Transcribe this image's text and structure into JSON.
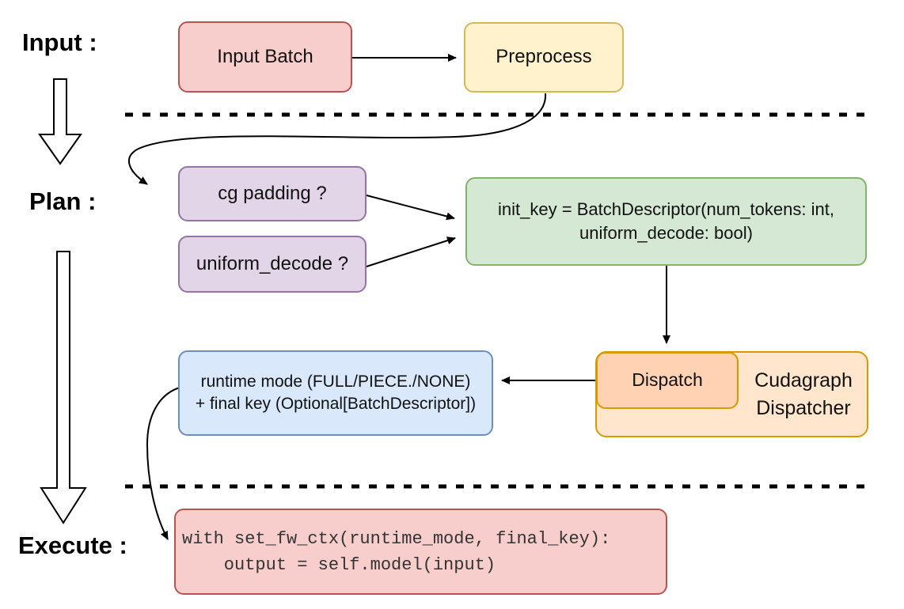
{
  "diagram": {
    "stages": {
      "input": "Input :",
      "plan": "Plan :",
      "execute": "Execute :"
    },
    "nodes": {
      "input_batch": {
        "label": "Input Batch"
      },
      "preprocess": {
        "label": "Preprocess"
      },
      "cg_padding": {
        "label": "cg padding ?"
      },
      "uniform_decode": {
        "label": "uniform_decode ?"
      },
      "init_key": {
        "label": "init_key = BatchDescriptor(num_tokens: int,\nuniform_decode: bool)"
      },
      "dispatch": {
        "label": "Dispatch"
      },
      "cudagraph_dispatcher": {
        "label": "Cudagraph\nDispatcher"
      },
      "runtime_mode": {
        "label": "runtime mode (FULL/PIECE./NONE)\n+ final key (Optional[BatchDescriptor])"
      },
      "execute_code": {
        "code": "with set_fw_ctx(runtime_mode, final_key):\n    output = self.model(input)"
      }
    },
    "palette": {
      "pink_fill": "#f8cecc",
      "pink_stroke": "#b85450",
      "yellow_fill": "#fff2cc",
      "yellow_stroke": "#d6b656",
      "purple_fill": "#e1d5e7",
      "purple_stroke": "#9673a6",
      "green_fill": "#d5e8d4",
      "green_stroke": "#82b366",
      "blue_fill": "#dae8fc",
      "blue_stroke": "#6c8ebf",
      "orange_fill": "#ffe6cc",
      "orange_inner_fill": "#ffd2b3",
      "orange_stroke": "#d79b00",
      "connector": "#000000"
    }
  }
}
